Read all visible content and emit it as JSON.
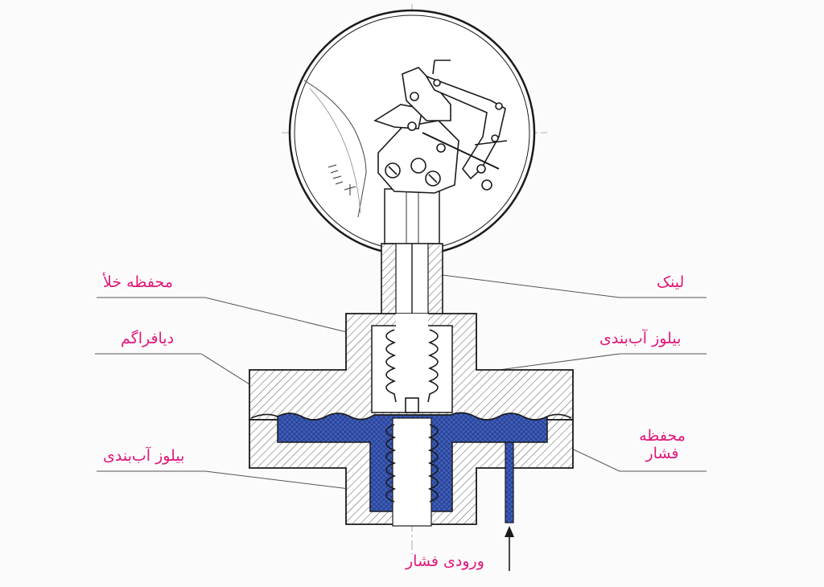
{
  "labels": {
    "vacuum_chamber": "محفظه خلأ",
    "diaphragm": "دیافراگم",
    "sealing_bellows_left": "بیلوز آب‌بندی",
    "link": "لینک",
    "sealing_bellows_right": "بیلوز آب‌بندی",
    "pressure_chamber_line1": "محفظه",
    "pressure_chamber_line2": "فشار",
    "pressure_inlet": "ورودی فشار"
  },
  "colors": {
    "label_text": "#e0187a",
    "fluid_fill": "#3f5fb8",
    "outline": "#1a1a1a",
    "hatch": "#555555"
  },
  "icons": [
    "pressure-inlet-arrow-icon",
    "gauge-dial",
    "movement-mechanism"
  ]
}
